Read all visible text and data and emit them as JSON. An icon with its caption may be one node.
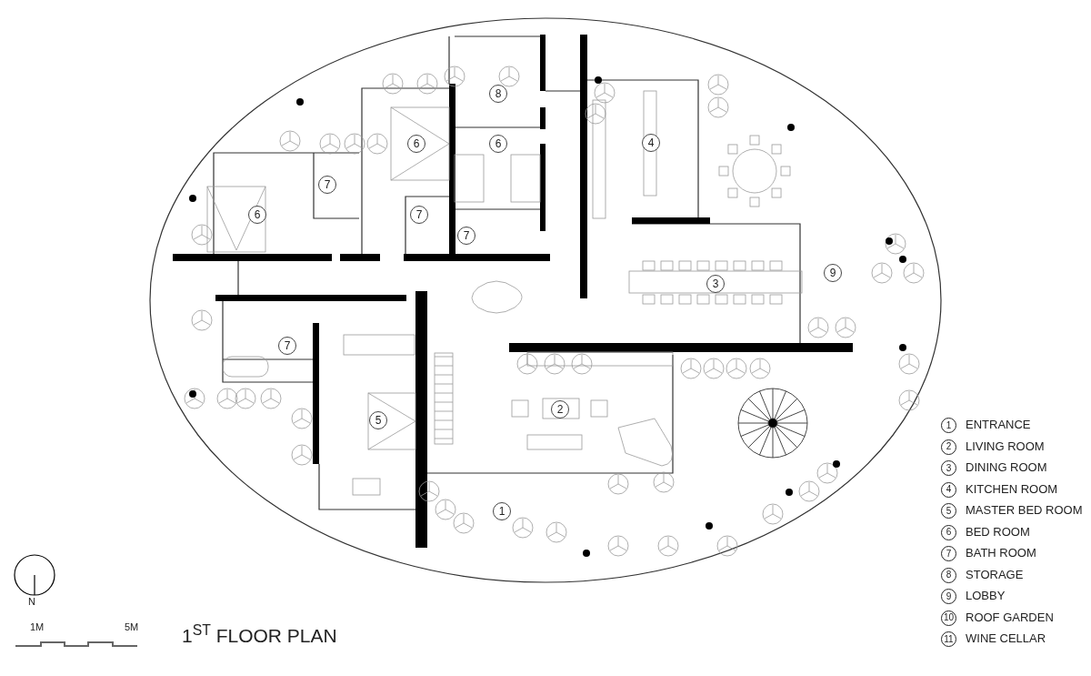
{
  "diagram": {
    "title": "1$^{ST}$ FLOOR PLAN",
    "labels": [
      "8",
      "6",
      "6",
      "4",
      "7",
      "6",
      "7",
      "7",
      "3",
      "9",
      "7",
      "2",
      "5",
      "1",
      "1",
      "ENTRANCE",
      "2",
      "LIVING ROOM",
      "3",
      "DINING ROOM",
      "4",
      "KITCHEN ROOM",
      "5",
      "MASTER BED ROOM",
      "6",
      "BED ROOM",
      "7",
      "BATH ROOM",
      "8",
      "STORAGE",
      "9",
      "LOBBY",
      "10",
      "ROOF GARDEN",
      "11",
      "WINE CELLAR",
      "N",
      "1M",
      "5M"
    ]
  }
}
